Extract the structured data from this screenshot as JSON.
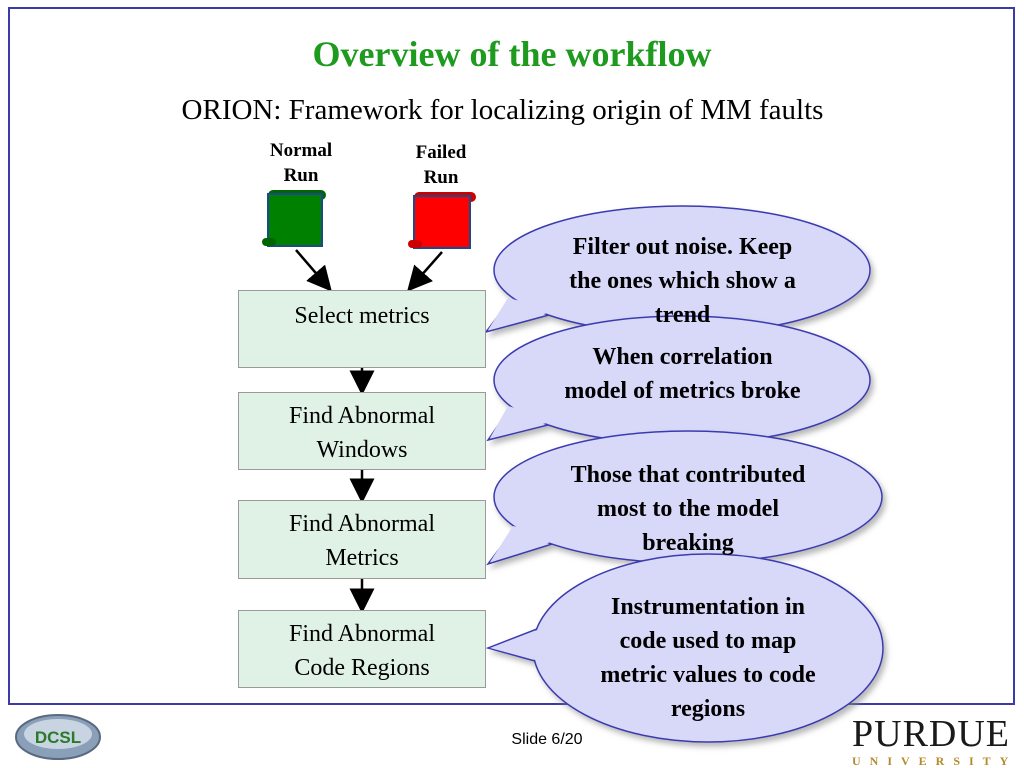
{
  "slide": {
    "title": "Overview of the workflow",
    "subtitle": "ORION: Framework for localizing origin of MM faults",
    "footer": "Slide 6/20",
    "colors": {
      "title": "#1e9a1e",
      "frame": "#3a3aa8",
      "box_fill": "#e0f2e6",
      "normal_scroll": "#008000",
      "failed_scroll": "#ff0000",
      "callout_fill": "#d8d8f8"
    }
  },
  "runs": {
    "normal_label_1": "Normal",
    "normal_label_2": "Run",
    "failed_label_1": "Failed",
    "failed_label_2": "Run"
  },
  "steps": [
    {
      "line1": "Select  metrics",
      "line2": ""
    },
    {
      "line1": "Find Abnormal",
      "line2": "Windows"
    },
    {
      "line1": "Find Abnormal",
      "line2": "Metrics"
    },
    {
      "line1": "Find Abnormal",
      "line2": "Code Regions"
    }
  ],
  "callouts": [
    {
      "text": "Filter out noise. Keep the ones which show a trend"
    },
    {
      "text": "When correlation model of metrics broke"
    },
    {
      "text": "Those that contributed most to the model breaking"
    },
    {
      "text": "Instrumentation in code used to map metric values to code regions"
    }
  ],
  "logos": {
    "left": "DCSL",
    "right_main": "PURDUE",
    "right_sub": "UNIVERSITY"
  }
}
